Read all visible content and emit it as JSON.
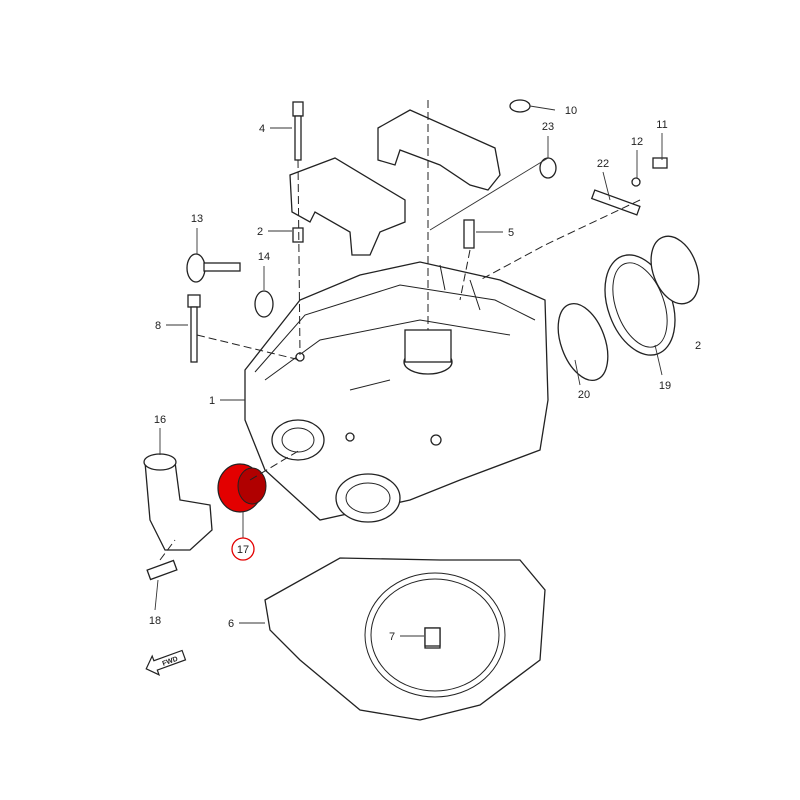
{
  "diagram": {
    "title": "Cylinder head parts diagram",
    "highlight_color": "#e30000",
    "highlighted_part": "17",
    "callouts": [
      {
        "id": "c1",
        "label": "1"
      },
      {
        "id": "c2",
        "label": "2"
      },
      {
        "id": "c4",
        "label": "4"
      },
      {
        "id": "c5",
        "label": "5"
      },
      {
        "id": "c6",
        "label": "6"
      },
      {
        "id": "c7",
        "label": "7"
      },
      {
        "id": "c8",
        "label": "8"
      },
      {
        "id": "c10",
        "label": "10"
      },
      {
        "id": "c11",
        "label": "11"
      },
      {
        "id": "c12",
        "label": "12"
      },
      {
        "id": "c13",
        "label": "13"
      },
      {
        "id": "c14",
        "label": "14"
      },
      {
        "id": "c16",
        "label": "16"
      },
      {
        "id": "c17",
        "label": "17"
      },
      {
        "id": "c18",
        "label": "18"
      },
      {
        "id": "c19",
        "label": "19"
      },
      {
        "id": "c20",
        "label": "20"
      },
      {
        "id": "c22",
        "label": "22"
      },
      {
        "id": "c23",
        "label": "23"
      },
      {
        "id": "c2b",
        "label": "2"
      }
    ],
    "fwd_label": "FWD"
  }
}
